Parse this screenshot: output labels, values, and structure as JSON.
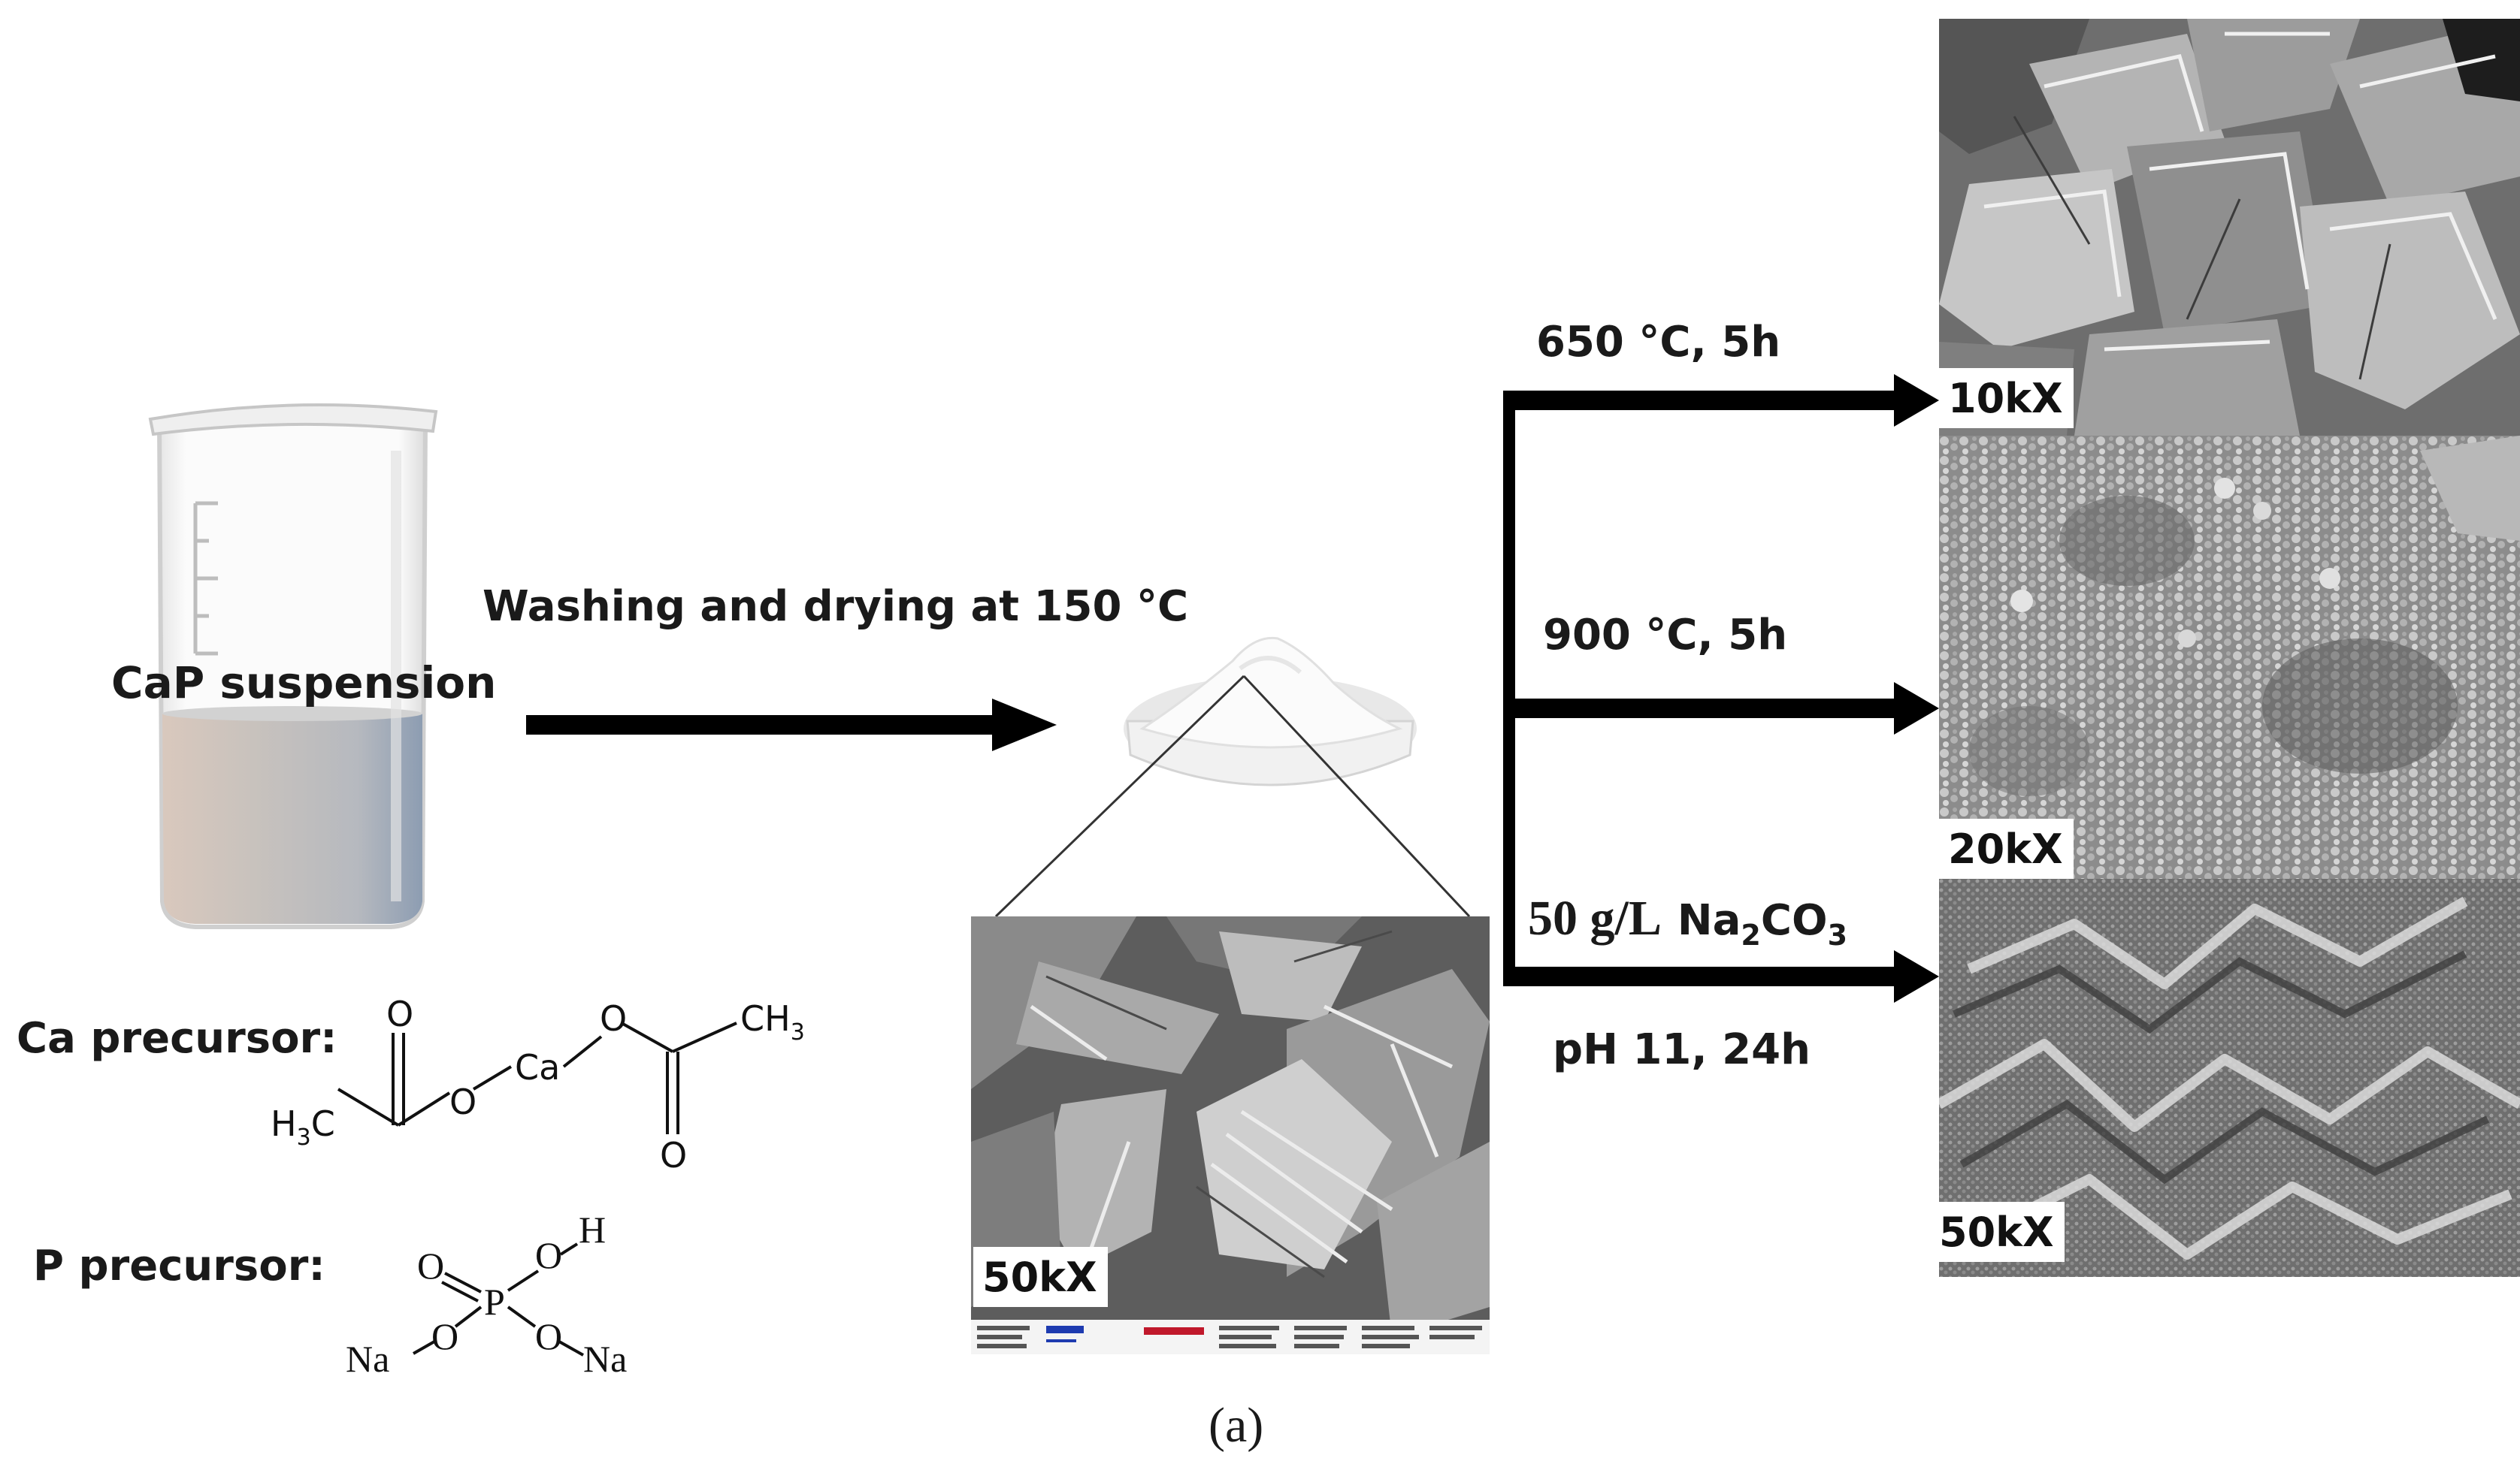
{
  "labels": {
    "suspension": "CaP suspension",
    "washing": "Washing and drying at 150 °C",
    "ca_precursor": "Ca precursor:",
    "p_precursor": "P precursor:",
    "cond_650": "650 °C, 5h",
    "cond_900": "900 °C, 5h",
    "cond_na_amount": "50 g/L",
    "cond_na_formula": "Na",
    "cond_na_sub2": "2",
    "cond_na_co": "CO",
    "cond_na_sub3": "3",
    "cond_ph": "pH 11, 24h",
    "panel_label": "(a)"
  },
  "magnifications": {
    "center": "50kX",
    "top": "10kX",
    "middle": "20kX",
    "bottom": "50kX"
  },
  "ca_structure": {
    "o_top_left": "O",
    "o_bridge_left": "O",
    "ca": "Ca",
    "o_bridge_right": "O",
    "o_bottom_right": "O",
    "ch3_right": "CH",
    "ch3_right_sub": "3",
    "h3c_left": "H",
    "h3c_left_sub": "3",
    "h3c_left_c": "C"
  },
  "p_structure": {
    "o_double": "O",
    "p": "P",
    "o_h": "O",
    "h": "H",
    "o_left": "O",
    "na_left": "Na",
    "o_right": "O",
    "na_right": "Na"
  },
  "colors": {
    "arrow": "#000000",
    "text": "#1a1a1a",
    "liquid": "#b9b9b9",
    "sem_background": "#8a8a8a"
  }
}
